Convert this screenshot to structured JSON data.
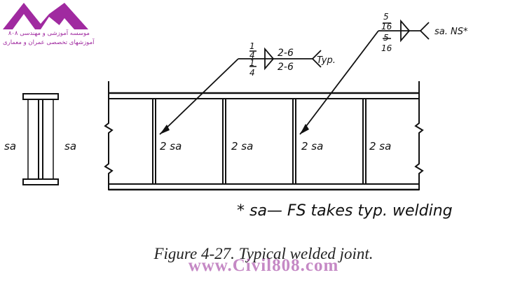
{
  "logo": {
    "name": "موسسه آموزشی و مهندسی ۸۰۸",
    "tagline": "آموزشهای تخصصی عمران و معماری",
    "color": "#a02aa0"
  },
  "section": {
    "left_label": "sa",
    "right_label": "sa"
  },
  "weld_symbol_1": {
    "size_top_num": "1",
    "size_top_den": "4",
    "size_bottom_num": "1",
    "size_bottom_den": "4",
    "length_top": "2-6",
    "length_bottom": "2-6",
    "tail_note": "Typ."
  },
  "weld_symbol_2": {
    "size_top_num": "5",
    "size_top_den": "16",
    "size_bottom_num": "5",
    "size_bottom_den": "16",
    "tail_note": "sa. NS*"
  },
  "stiffener_labels": [
    "2 sa",
    "2 sa",
    "2 sa",
    "2 sa"
  ],
  "footnote": "* sa— FS takes typ. welding",
  "caption": "Figure 4-27.  Typical welded joint.",
  "watermark": "www.Civil808.com"
}
